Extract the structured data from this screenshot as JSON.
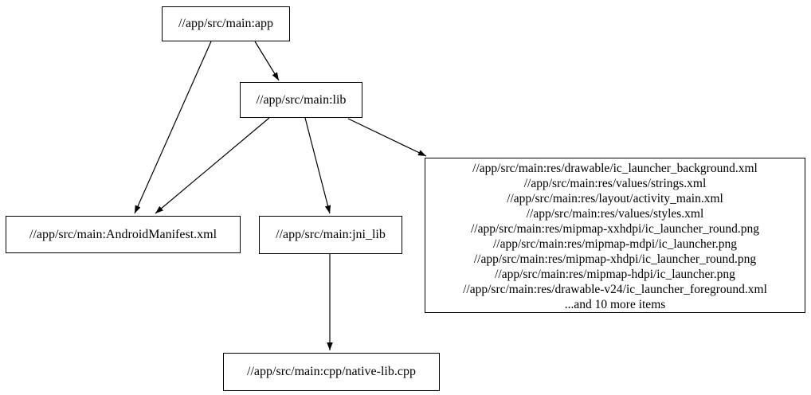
{
  "diagram": {
    "type": "dependency-graph",
    "colors": {
      "background": "#ffffff",
      "node_border": "#000000",
      "node_fill": "#ffffff",
      "text": "#000000",
      "edge": "#000000"
    },
    "nodes": {
      "app": {
        "label": "//app/src/main:app"
      },
      "lib": {
        "label": "//app/src/main:lib"
      },
      "manifest": {
        "label": "//app/src/main:AndroidManifest.xml"
      },
      "jni_lib": {
        "label": "//app/src/main:jni_lib"
      },
      "native": {
        "label": "//app/src/main:cpp/native-lib.cpp"
      },
      "resources": {
        "lines": [
          "//app/src/main:res/drawable/ic_launcher_background.xml",
          "//app/src/main:res/values/strings.xml",
          "//app/src/main:res/layout/activity_main.xml",
          "//app/src/main:res/values/styles.xml",
          "//app/src/main:res/mipmap-xxhdpi/ic_launcher_round.png",
          "//app/src/main:res/mipmap-mdpi/ic_launcher.png",
          "//app/src/main:res/mipmap-xhdpi/ic_launcher_round.png",
          "//app/src/main:res/mipmap-hdpi/ic_launcher.png",
          "//app/src/main:res/drawable-v24/ic_launcher_foreground.xml",
          "...and 10 more items"
        ]
      }
    },
    "edges": [
      {
        "from": "app",
        "to": "manifest"
      },
      {
        "from": "app",
        "to": "lib"
      },
      {
        "from": "lib",
        "to": "manifest"
      },
      {
        "from": "lib",
        "to": "jni_lib"
      },
      {
        "from": "lib",
        "to": "resources"
      },
      {
        "from": "jni_lib",
        "to": "native"
      }
    ]
  }
}
